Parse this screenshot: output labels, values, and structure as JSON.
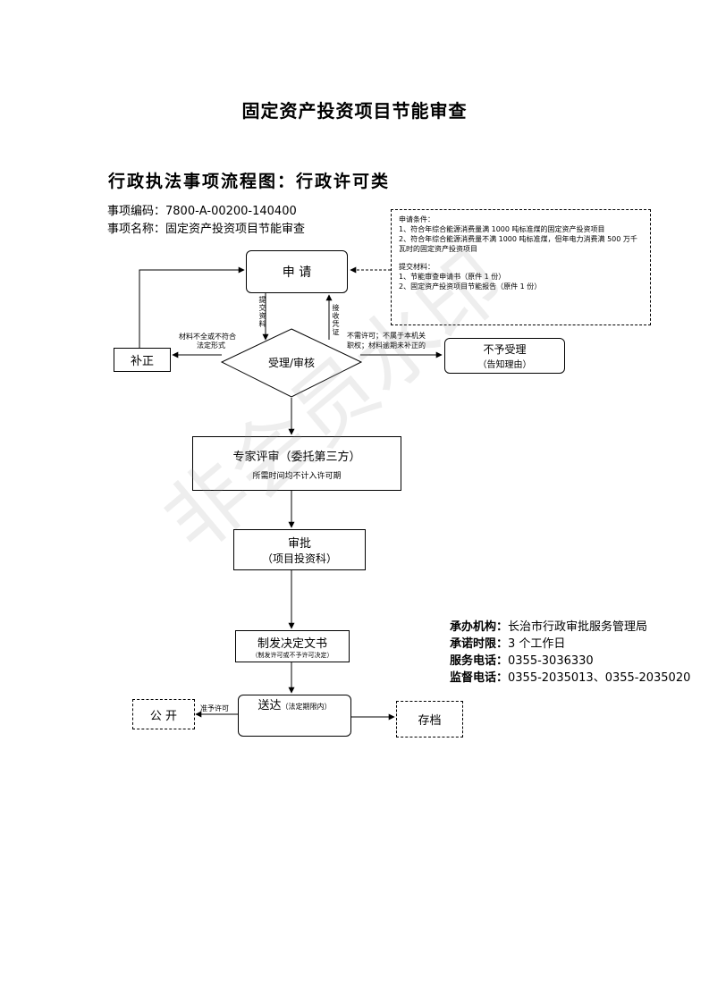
{
  "doc": {
    "title": "固定资产投资项目节能审查",
    "subtitle": "行政执法事项流程图：行政许可类",
    "item_code": "事项编码：7800-A-00200-140400",
    "item_name": "事项名称：固定资产投资项目节能审查"
  },
  "notes": {
    "conditions_title": "申请条件：",
    "condition_1": "1、符合年综合能源消费量满 1000 吨标准煤的固定资产投资项目",
    "condition_2": "2、符合年综合能源消费量不满 1000 吨标准煤，但年电力消费满 500 万千瓦时的固定资产投资项目",
    "materials_title": "提交材料：",
    "material_1": "1、节能审查申请书（原件 1 份）",
    "material_2": "2、固定资产投资项目节能报告（原件 1 份）"
  },
  "flow": {
    "apply": "申 请",
    "submit_label": "提交资料",
    "receive_label": "接收凭证",
    "accept": "受理/审核",
    "supplement": "补正",
    "supplement_label_1": "材料不全或不符合",
    "supplement_label_2": "法定形式",
    "reject_label_1": "不需许可；不属于本机关",
    "reject_label_2": "职权；材料逾期未补正的",
    "reject_title": "不予受理",
    "reject_sub": "（告知理由）",
    "expert_title": "专家评审（委托第三方）",
    "expert_sub": "所需时间均不计入许可期",
    "approve_title": "审批",
    "approve_sub": "（项目投资科）",
    "decision_title": "制发决定文书",
    "decision_sub": "（制发许可或不予许可决定）",
    "deliver_title": "送达",
    "deliver_sub": "（法定期限内）",
    "publicize": "公 开",
    "publicize_label": "准予许可",
    "archive": "存档"
  },
  "info": {
    "org_label": "承办机构：",
    "org_value": "长治市行政审批服务管理局",
    "time_label": "承诺时限：",
    "time_value": "3 个工作日",
    "phone_label": "服务电话：",
    "phone_value": "0355-3036330",
    "supervise_label": "监督电话：",
    "supervise_value": "0355-2035013、0355-2035020"
  },
  "watermark": "非会员水印"
}
